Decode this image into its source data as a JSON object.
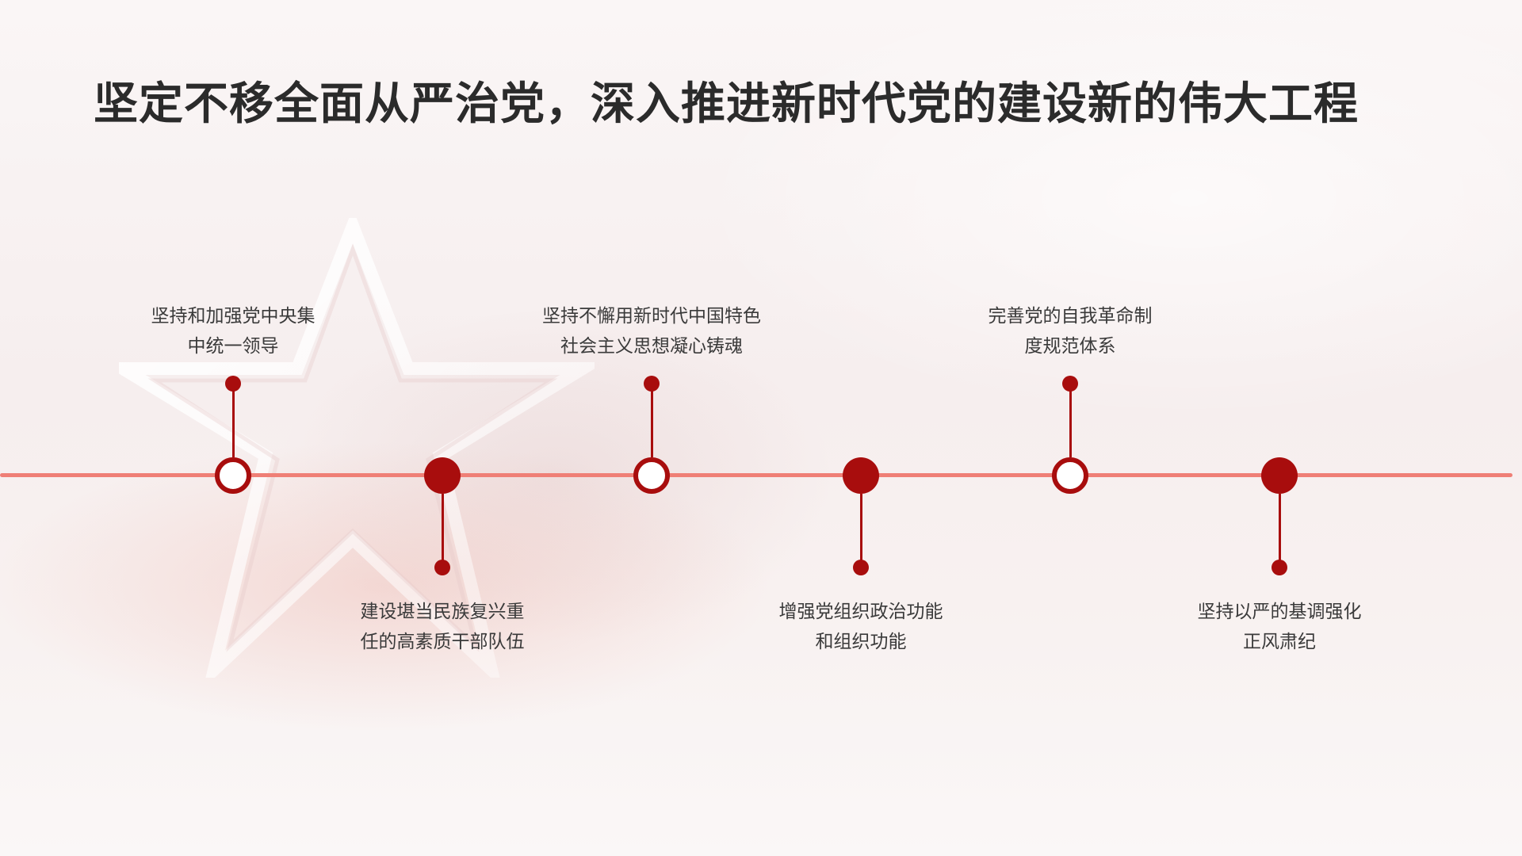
{
  "title": "坚定不移全面从严治党，深入推进新时代党的建设新的伟大工程",
  "colors": {
    "accent": "#a80d0d",
    "timeline": "#ef7f76",
    "title_text": "#2b2b2b",
    "label_text": "#3a3a3a"
  },
  "timeline": {
    "items": [
      {
        "line1": "坚持和加强党中央集",
        "line2": "中统一领导",
        "position": "top",
        "marker": "hollow"
      },
      {
        "line1": "建设堪当民族复兴重",
        "line2": "任的高素质干部队伍",
        "position": "bottom",
        "marker": "solid"
      },
      {
        "line1": "坚持不懈用新时代中国特色",
        "line2": "社会主义思想凝心铸魂",
        "position": "top",
        "marker": "hollow"
      },
      {
        "line1": "增强党组织政治功能",
        "line2": "和组织功能",
        "position": "bottom",
        "marker": "solid"
      },
      {
        "line1": "完善党的自我革命制",
        "line2": "度规范体系",
        "position": "top",
        "marker": "hollow"
      },
      {
        "line1": "坚持以严的基调强化",
        "line2": "正风肃纪",
        "position": "bottom",
        "marker": "solid"
      }
    ]
  }
}
